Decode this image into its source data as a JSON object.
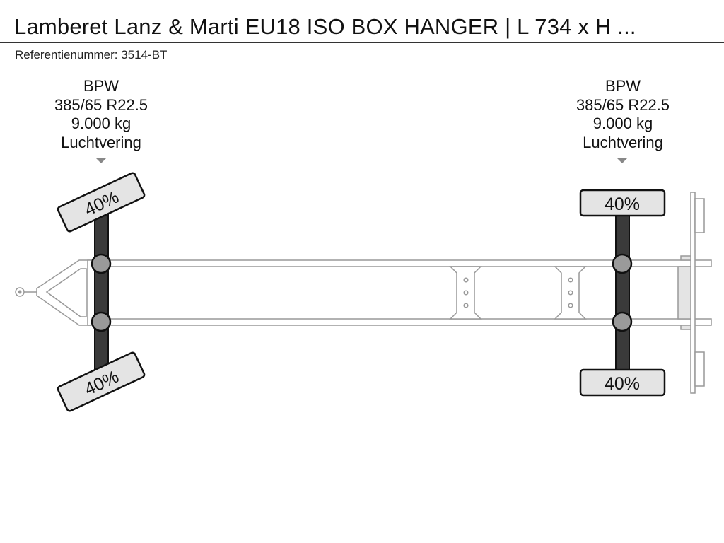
{
  "header": {
    "title": "Lamberet Lanz & Marti EU18 ISO BOX HANGER | L 734 x H ...",
    "reference": "Referentienummer: 3514-BT"
  },
  "axles": [
    {
      "brand": "BPW",
      "tire": "385/65 R22.5",
      "load": "9.000 kg",
      "suspension": "Luchtvering",
      "tire_top": "40%",
      "tire_bottom": "40%",
      "steering": "turntable"
    },
    {
      "brand": "BPW",
      "tire": "385/65 R22.5",
      "load": "9.000 kg",
      "suspension": "Luchtvering",
      "tire_top": "40%",
      "tire_bottom": "40%",
      "steering": "fixed"
    }
  ],
  "colors": {
    "outline": "#111111",
    "axle": "#3a3a3a",
    "hub": "#9a9a9a",
    "tire_fill": "#e4e4e4",
    "frame": "#999999",
    "marker": "#888888"
  }
}
